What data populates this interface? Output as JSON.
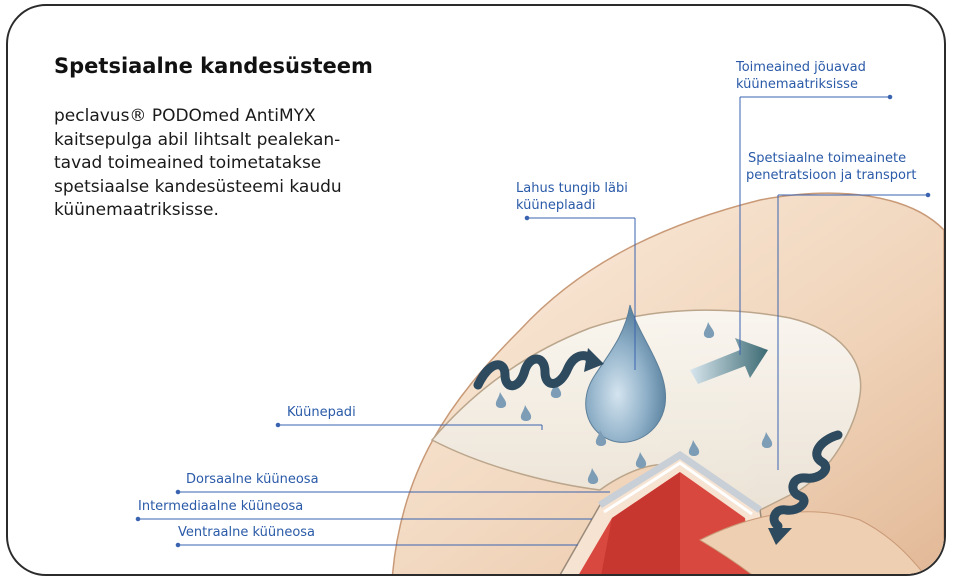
{
  "heading": "Spetsiaalne kandesüsteem",
  "body": "peclavus® PODOmed AntiMYX\nkaitsepulga abil lihtsalt pealekan-\ntavad toimeained toimetatakse\nspetsiaalse kandesüsteemi kaudu\nküünemaatriksisse.",
  "labels": {
    "toimeained_line1": "Toimeained jõuavad",
    "toimeained_line2": "küünemaatriksisse",
    "spets_line1": "Spetsiaalne toimeainete",
    "spets_line2": "penetratsioon ja transport",
    "lahus_line1": "Lahus tungib läbi",
    "lahus_line2": "küüneplaadi",
    "kyynepadi": "Küünepadi",
    "dorsaalne": "Dorsaalne küüneosa",
    "intermediaalne": "Intermediaalne küüneosa",
    "ventraalne": "Ventraalne küüneosa"
  },
  "colors": {
    "label": "#2a5aa8",
    "leader": "#3a63b0",
    "skin": "#f3ddc7",
    "nail": "#f4efe6",
    "drop": "#8fb0c8",
    "arrow": "#2e4a5e",
    "flesh": "#d9483f"
  }
}
